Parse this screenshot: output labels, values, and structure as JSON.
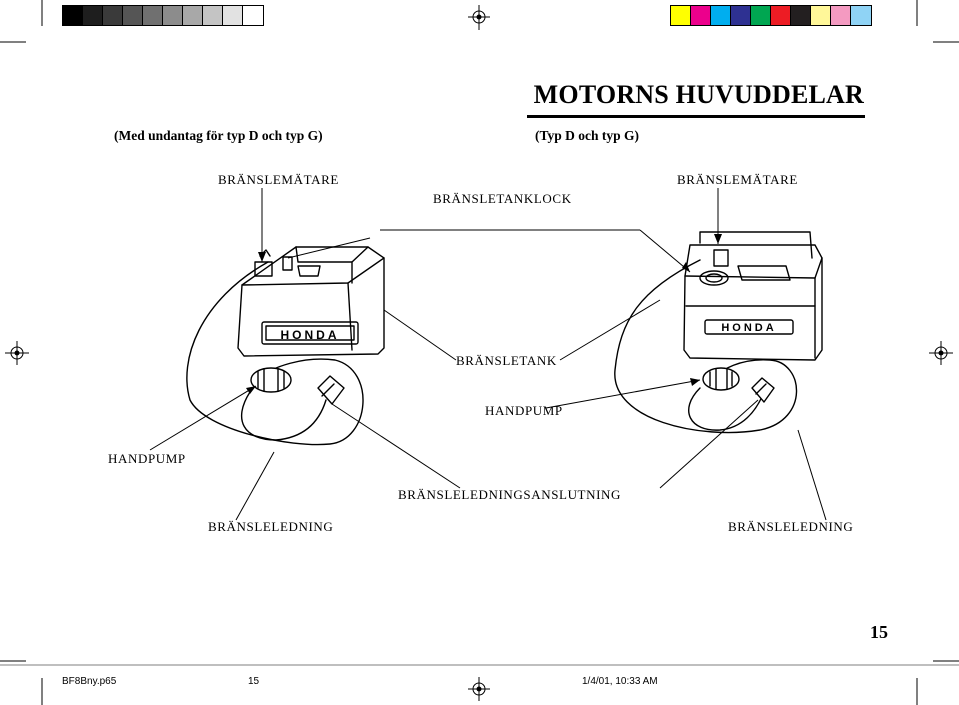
{
  "calibration": {
    "gray_swatches": [
      "#000000",
      "#1e1e1e",
      "#3a3a3a",
      "#555555",
      "#707070",
      "#8c8c8c",
      "#a8a8a8",
      "#c4c4c4",
      "#e2e2e2",
      "#ffffff"
    ],
    "color_swatches": [
      "#ffff00",
      "#ec008c",
      "#00aeef",
      "#2e3192",
      "#00a651",
      "#ed1c24",
      "#231f20",
      "#fff799",
      "#f49ac1",
      "#8fd3f5"
    ]
  },
  "header": {
    "title": "MOTORNS HUVUDDELAR",
    "left_caption": "(Med undantag för typ D och typ G)",
    "right_caption": "(Typ D och typ G)"
  },
  "labels": {
    "fuel_gauge_left": "BRÄNSLEMÄTARE",
    "fuel_gauge_right": "BRÄNSLEMÄTARE",
    "tank_cap": "BRÄNSLETANKLOCK",
    "tank": "BRÄNSLETANK",
    "hand_pump_right": "HANDPUMP",
    "hand_pump_left": "HANDPUMP",
    "line_connector": "BRÄNSLELEDNINGSANSLUTNING",
    "fuel_line_left": "BRÄNSLELEDNING",
    "fuel_line_right": "BRÄNSLELEDNING",
    "brand_left": "HONDA",
    "brand_right": "HONDA"
  },
  "page_number": "15",
  "footer": {
    "file": "BF8Bny.p65",
    "page": "15",
    "timestamp": "1/4/01, 10:33 AM"
  }
}
